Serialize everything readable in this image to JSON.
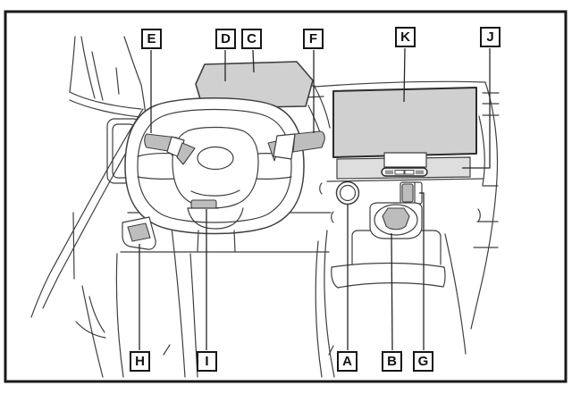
{
  "figure": {
    "type": "line-diagram",
    "subject": "vehicle-instrument-panel-callout-overview"
  },
  "callouts": [
    {
      "letter": "E"
    },
    {
      "letter": "D"
    },
    {
      "letter": "C"
    },
    {
      "letter": "F"
    },
    {
      "letter": "K"
    },
    {
      "letter": "J"
    },
    {
      "letter": "H"
    },
    {
      "letter": "I"
    },
    {
      "letter": "A"
    },
    {
      "letter": "B"
    },
    {
      "letter": "G"
    }
  ],
  "colors": {
    "background": "#ffffff",
    "frame": "#1a1a1a",
    "line": "#3f3f3f",
    "leader": "#262626",
    "shade": "#d0d0d0",
    "shadeDark": "#bdbdbd",
    "tray": "#dedede",
    "labelBorder": "#161616",
    "labelText": "#111111"
  }
}
